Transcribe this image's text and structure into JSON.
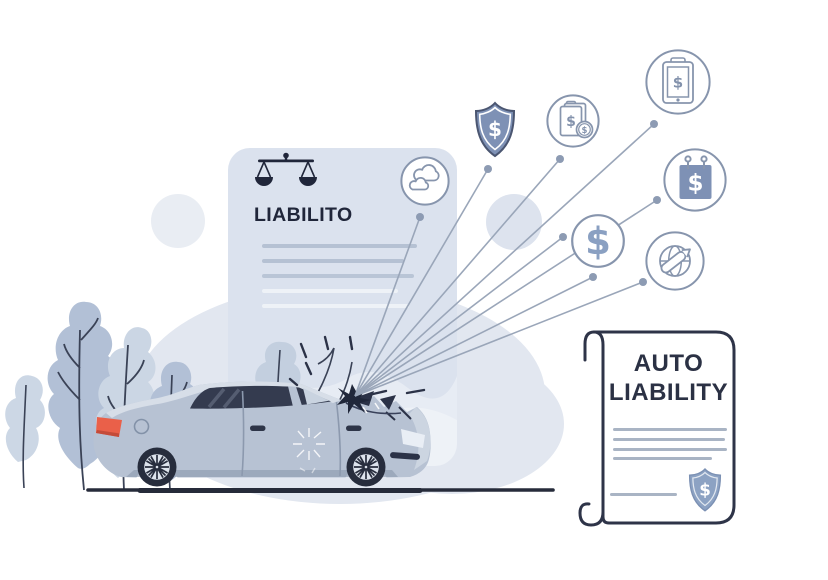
{
  "scene": {
    "dollar_sign": "$",
    "policy_panel": {
      "title": "LIABILITO"
    },
    "scroll_document": {
      "title_top": "AUTO",
      "title_bottom": "LIABILITY"
    },
    "colors": {
      "panel_bg": "#dbe2ee",
      "icon_fill": "#7e91b5",
      "icon_outline": "#8795ad",
      "navy": "#2b3144",
      "connector_gray": "#9aa6b9",
      "taillight_red": "#ea6049",
      "badge_fill": "#8ca2c3",
      "car_body": "#b7c2d3"
    },
    "icon_names": [
      "scales-of-justice",
      "clouds",
      "dollar-shield",
      "billing-documents",
      "tablet-payment",
      "payment-calendar",
      "dollar-coin",
      "globe-pen",
      "scroll-dollar-shield"
    ]
  }
}
